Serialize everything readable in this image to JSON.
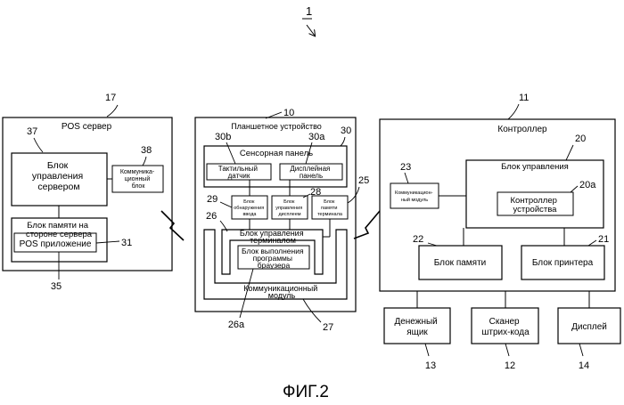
{
  "figure": {
    "system_ref": "1",
    "caption": "ФИГ.2"
  },
  "pos_server": {
    "ref": "17",
    "title": "POS сервер",
    "control": {
      "ref": "37",
      "lines": [
        "Блок",
        "управления",
        "сервером"
      ]
    },
    "comm": {
      "ref": "38",
      "lines": [
        "Коммуника-",
        "ционный",
        "блок"
      ]
    },
    "memory": {
      "lines": [
        "Блок памяти на",
        "стороне сервера"
      ]
    },
    "app": {
      "ref": "31",
      "label": "POS приложение"
    },
    "memory_ref": "35"
  },
  "tablet": {
    "ref": "10",
    "title": "Планшетное устройство",
    "ref_30": "30",
    "touch_panel": "Сенсорная панель",
    "ref_30b": "30b",
    "ref_30a": "30a",
    "touch_sensor": [
      "Тактильный",
      "датчик"
    ],
    "display_panel": [
      "Дисплейная",
      "панель"
    ],
    "ref_29": "29",
    "input_detect": [
      "Блок",
      "обнаружения",
      "ввода"
    ],
    "ref_28": "28",
    "display_ctrl": [
      "Блок",
      "управления",
      "дисплеем"
    ],
    "ref_25": "25",
    "terminal_memory": [
      "Блок",
      "памяти",
      "терминала"
    ],
    "ref_26": "26",
    "terminal_ctrl": [
      "Блок управления",
      "терминалом"
    ],
    "browser_exec": [
      "Блок выполнения",
      "программы",
      "браузера"
    ],
    "ref_26a": "26a",
    "comm_module": [
      "Коммуникационный",
      "модуль"
    ],
    "ref_27": "27"
  },
  "controller": {
    "ref": "11",
    "title": "Контроллер",
    "ref_20": "20",
    "control_block": "Блок управления",
    "ref_23": "23",
    "comm_module": [
      "Коммуникацион-",
      "ный модуль"
    ],
    "ref_20a": "20a",
    "device_ctrl": [
      "Контроллер",
      "устройства"
    ],
    "ref_22": "22",
    "memory_block": "Блок памяти",
    "ref_21": "21",
    "printer_block": "Блок принтера"
  },
  "peripherals": [
    {
      "lines": [
        "Денежный",
        "ящик"
      ],
      "ref": "13"
    },
    {
      "lines": [
        "Сканер",
        "штрих-кода"
      ],
      "ref": "12"
    },
    {
      "lines": [
        "Дисплей"
      ],
      "ref": "14"
    }
  ]
}
